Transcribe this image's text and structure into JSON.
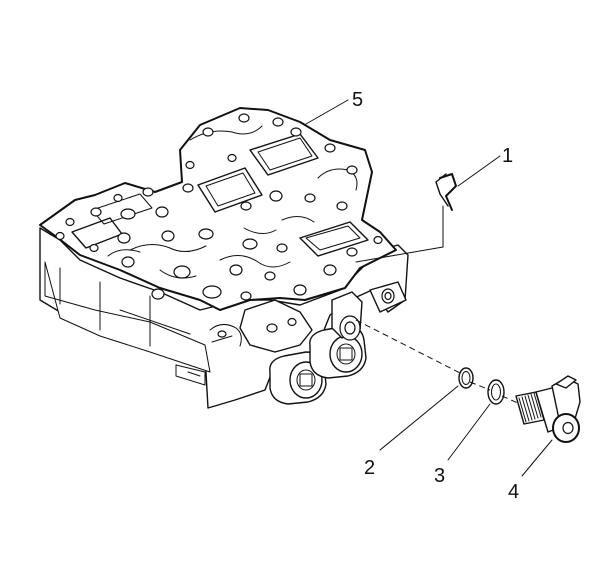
{
  "callouts": {
    "c1": "1",
    "c2": "2",
    "c3": "3",
    "c4": "4",
    "c5": "5"
  },
  "colors": {
    "ink": "#111111",
    "paper": "#ffffff"
  }
}
